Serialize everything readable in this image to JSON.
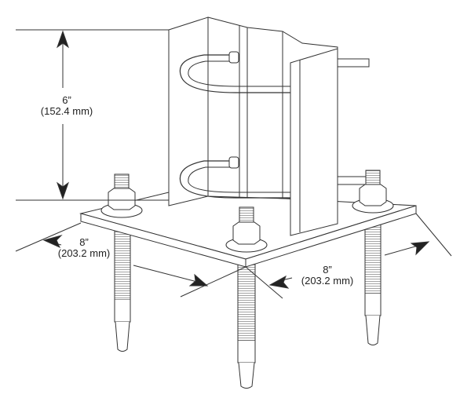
{
  "dimensions": {
    "height": {
      "inches": "6”",
      "mm": "(152.4 mm)"
    },
    "width_left": {
      "inches": "8”",
      "mm": "(203.2 mm)"
    },
    "width_right": {
      "inches": "8”",
      "mm": "(203.2 mm)"
    }
  },
  "colors": {
    "line": "#333333",
    "fill": "#ffffff"
  }
}
